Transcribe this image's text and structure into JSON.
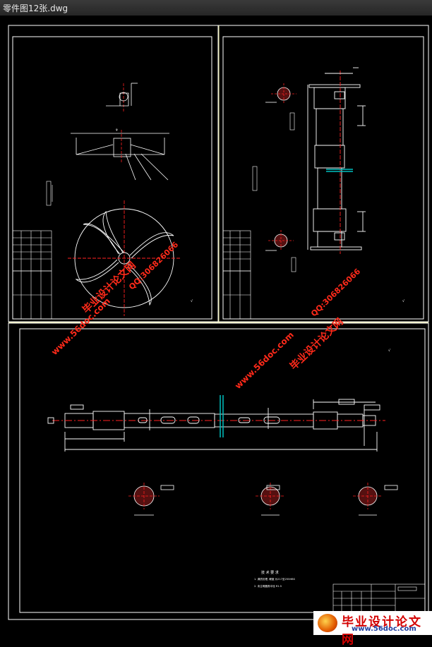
{
  "window": {
    "title": "零件图12张.dwg"
  },
  "drawing": {
    "tech_req_title": "技 术 要 求",
    "tech_req_line1": "1. 调质处理, 硬度 为217至255HBS",
    "tech_req_line2": "2. 未注明圆角半径 R1.5"
  },
  "watermarks": {
    "site_cn": "毕业设计论文网",
    "site_url": "www.56doc.com",
    "qq": "QQ:306826066"
  },
  "logo": {
    "cn": "毕业设计论文网",
    "url": "www.56doc.com"
  },
  "colors": {
    "line": "#ffffff",
    "center": "#ff2020",
    "hatch": "#ff3030",
    "accent": "#00c0c0"
  }
}
